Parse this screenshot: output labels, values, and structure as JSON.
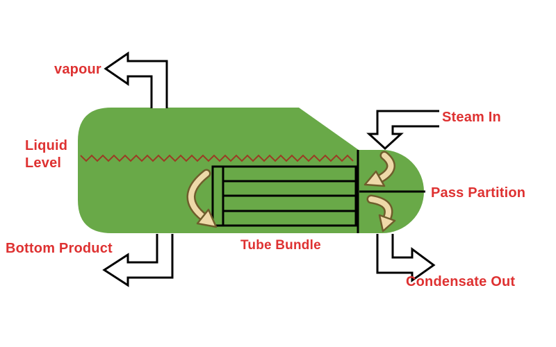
{
  "colors": {
    "vessel_green": "#69a948",
    "label_red": "#de3131",
    "zigzag_red": "#9c3b24",
    "flow_tan": "#eed9a9",
    "flow_outline": "#6f5d2c",
    "line_black": "#000000",
    "background": "#ffffff"
  },
  "labels": {
    "vapour": "vapour",
    "liquid_level": {
      "line1": "Liquid",
      "line2": "Level"
    },
    "bottom_product": "Bottom Product",
    "tube_bundle": "Tube Bundle",
    "steam_in": "Steam In",
    "pass_partition": "Pass Partition",
    "condensate_out": "Condensate Out"
  }
}
